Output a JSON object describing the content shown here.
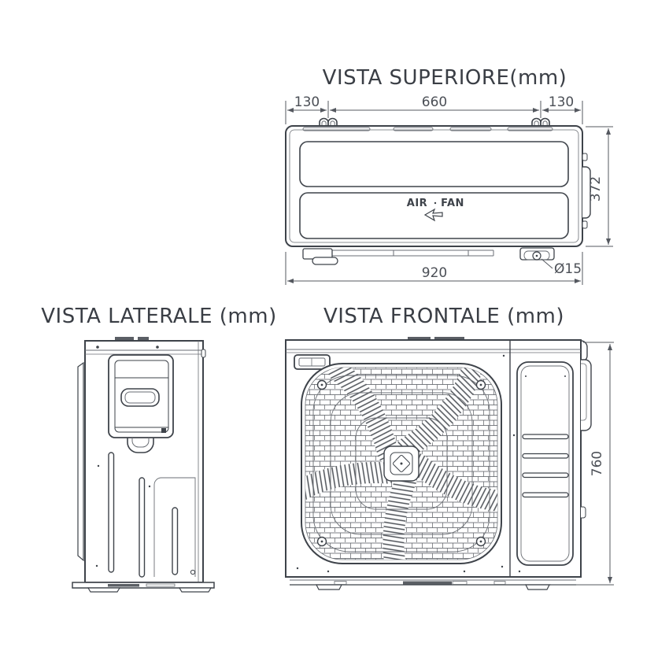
{
  "drawing": {
    "subject": "air-conditioner-outdoor-unit-technical-drawing",
    "colors": {
      "line": "#3e434a",
      "line_light": "#6a6e74",
      "dim_line": "#54585f",
      "title_text": "#3a3e45",
      "dim_text": "#4b4f56",
      "background": "#ffffff"
    }
  },
  "top_view": {
    "title": "VISTA SUPERIORE(mm)",
    "dim_left": "130",
    "dim_center": "660",
    "dim_right": "130",
    "dim_depth": "372",
    "dim_width": "920",
    "dim_hole": "Ø15",
    "label_air": "AIR",
    "label_fan": "FAN"
  },
  "side_view": {
    "title": "VISTA LATERALE (mm)"
  },
  "front_view": {
    "title": "VISTA FRONTALE (mm)",
    "dim_height": "760"
  }
}
